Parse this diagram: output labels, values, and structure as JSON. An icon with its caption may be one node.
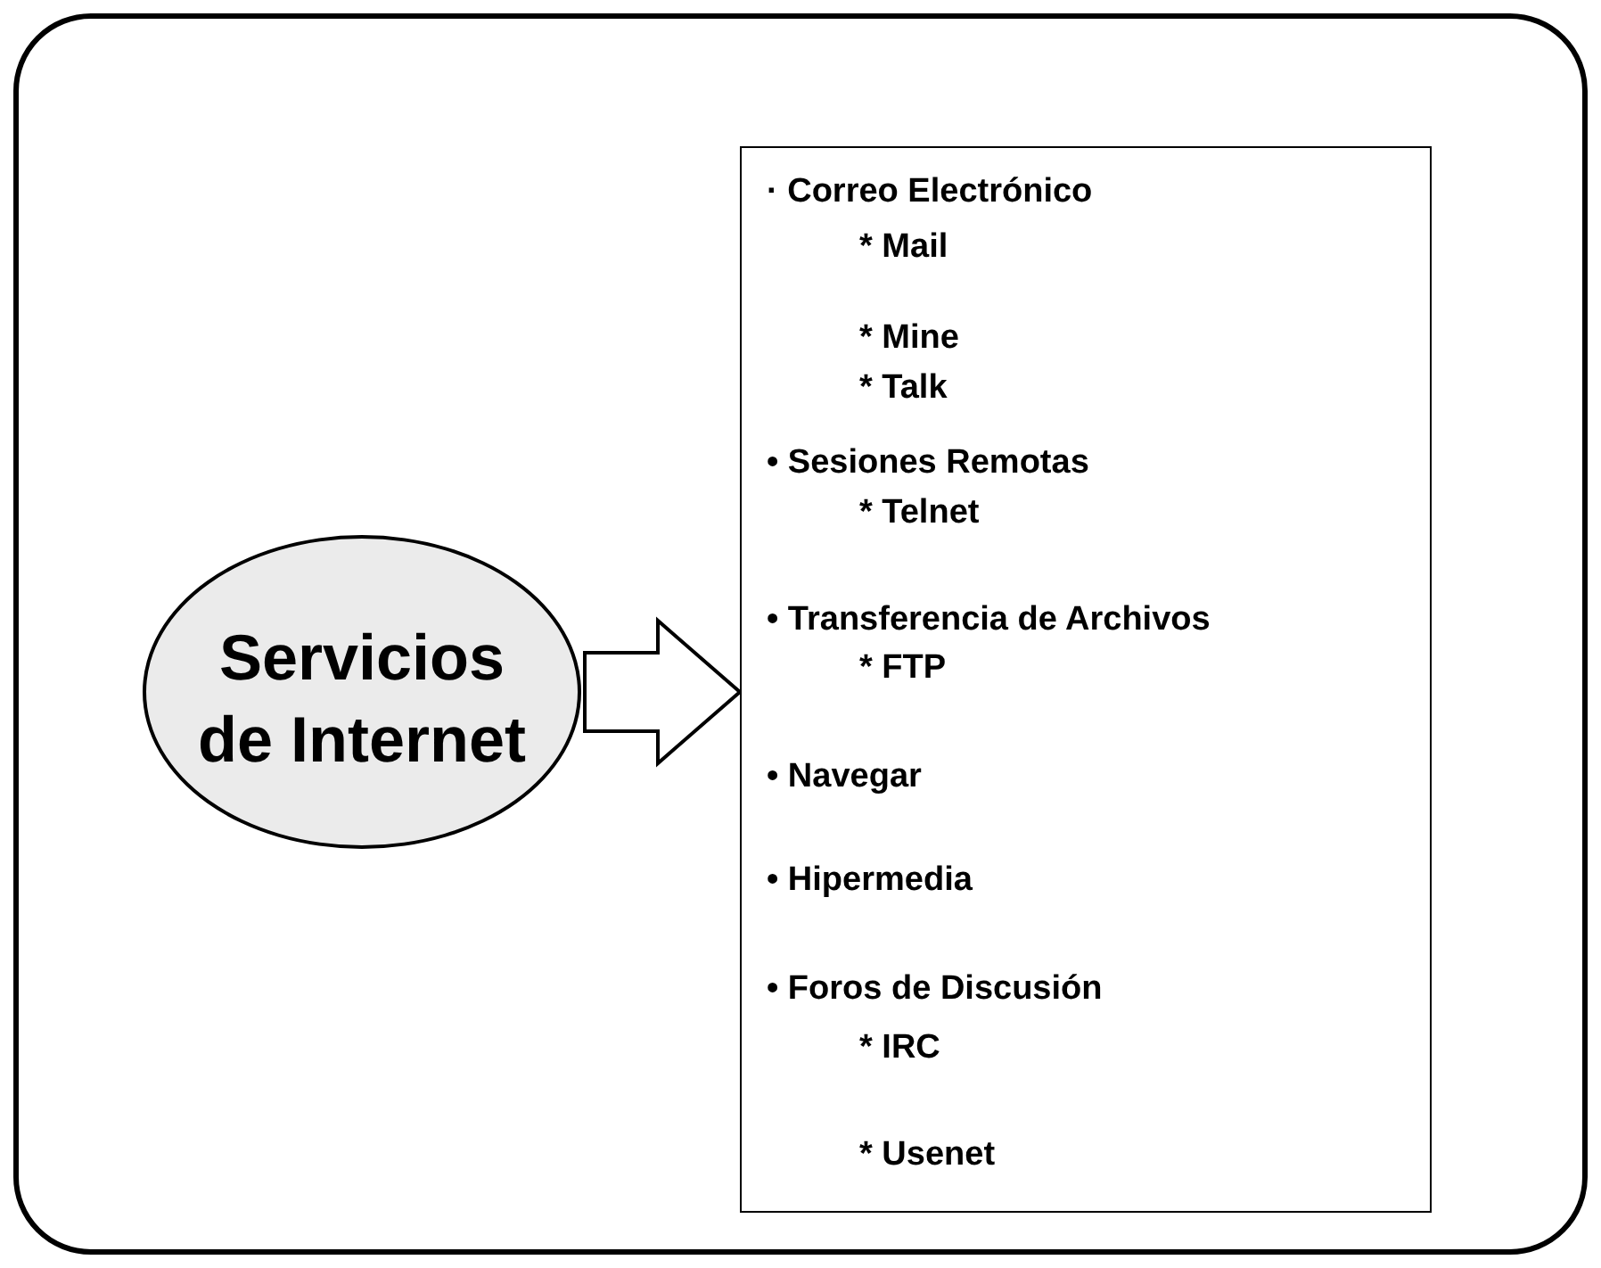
{
  "diagram": {
    "nodes": [
      {
        "text": [
          "Servicios de Internet"
        ]
      },
      {
        "text": [
          "· Correo Electrónico",
          "* Mail",
          "* Mine",
          "* Talk",
          "• Sesiones Remotas",
          "* Telnet",
          "• Transferencia de Archivos",
          "* FTP",
          "• Navegar",
          "• Hipermedia",
          "• Foros de Discusión",
          "* IRC",
          "* Usenet"
        ]
      }
    ],
    "edges": [
      {
        "from": 0,
        "to": 1,
        "arrow": "to"
      }
    ]
  }
}
